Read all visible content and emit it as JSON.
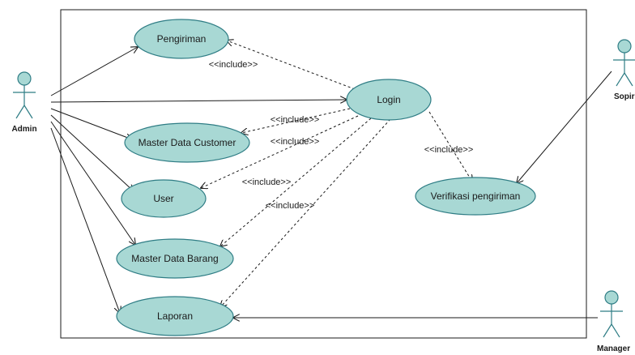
{
  "diagram": {
    "actors": {
      "admin": "Admin",
      "sopir": "Sopir",
      "manager": "Manager"
    },
    "use_cases": {
      "pengiriman": "Pengiriman",
      "login": "Login",
      "master_data_customer": "Master Data Customer",
      "user": "User",
      "master_data_barang": "Master Data Barang",
      "laporan": "Laporan",
      "verifikasi_pengiriman": "Verifikasi pengiriman"
    },
    "include_label": "<<include>>",
    "include_labels": [
      "<<include>>",
      "<<include>>",
      "<<include>>",
      "<<include>>",
      "<<include>>",
      "<<include>>"
    ]
  },
  "colors": {
    "use_case_fill": "#a8d8d4",
    "use_case_stroke": "#2f7d85",
    "actor_fill": "#a8d8d4",
    "line": "#1a1a1a",
    "boundary": "#1a1a1a"
  }
}
